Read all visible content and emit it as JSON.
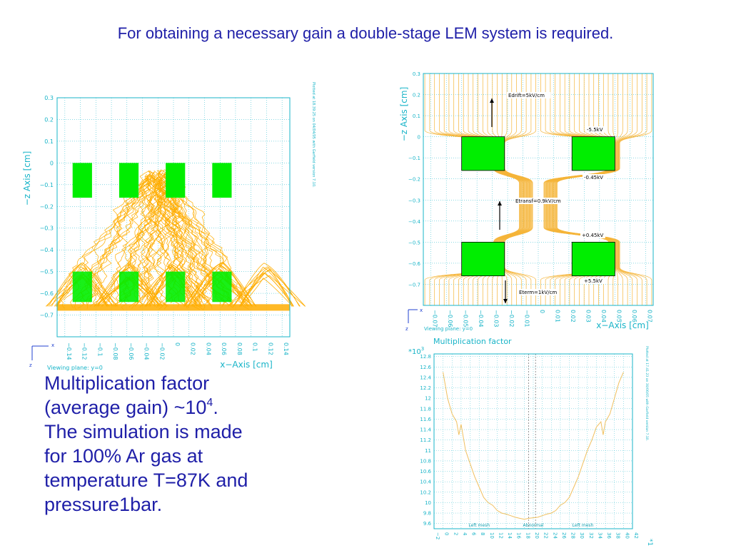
{
  "slide": {
    "title": "For obtaining a necessary gain a double-stage LEM system is required.",
    "body_lines": [
      {
        "text": "Multiplication factor"
      },
      {
        "text": "(average gain) ~10",
        "sup": "4",
        "after": "."
      },
      {
        "text": "The simulation is made"
      },
      {
        "text": "for 100% Ar gas at"
      },
      {
        "text": "temperature T=87K and"
      },
      {
        "text": "pressure1bar."
      }
    ]
  },
  "colors": {
    "text_blue": "#1f1fa8",
    "plot_cyan": "#18b4c8",
    "electrode_green": "#00ee00",
    "track_orange": "#ffad00",
    "field_orange": "#f5b53a"
  },
  "chart_data": [
    {
      "type": "scatter",
      "name": "avalanche-plot",
      "ylabel": "−z Axis [cm]",
      "xlabel": "x−Axis [cm]",
      "viewing_plane": "Viewing plane: y=0",
      "side_note": "Plotted at 18.39.25 on 04/04/05 with Garfield version 7.10.",
      "axis_corner": {
        "x": "x",
        "z": "z"
      },
      "x_ticks": [
        "−0.14",
        "−0.12",
        "−0.1",
        "−0.08",
        "−0.06",
        "−0.04",
        "−0.02",
        "0",
        "0.02",
        "0.04",
        "0.06",
        "0.08",
        "0.1",
        "0.12",
        "0.14"
      ],
      "y_ticks": [
        "0.3",
        "0.2",
        "0.1",
        "0",
        "−0.1",
        "−0.2",
        "−0.3",
        "−0.4",
        "−0.5",
        "−0.6",
        "−0.7"
      ],
      "xlim": [
        -0.15,
        0.15
      ],
      "ylim": [
        -0.8,
        0.3
      ],
      "upper_electrodes": [
        [
          -0.13,
          -0.105
        ],
        [
          -0.07,
          -0.045
        ],
        [
          -0.01,
          0.015
        ],
        [
          0.05,
          0.075
        ]
      ],
      "lower_electrodes": [
        [
          -0.13,
          -0.105
        ],
        [
          -0.07,
          -0.045
        ],
        [
          -0.01,
          0.015
        ],
        [
          0.05,
          0.075
        ]
      ],
      "upper_z": [
        -0.16,
        0
      ],
      "lower_z": [
        -0.64,
        -0.5
      ]
    },
    {
      "type": "line",
      "name": "field-lines-plot",
      "ylabel": "−z Axis [cm]",
      "xlabel": "x−Axis [cm]",
      "viewing_plane": "Viewing plane: y=0",
      "axis_corner": {
        "x": "x",
        "z": "z"
      },
      "x_ticks": [
        "−0.07",
        "−0.06",
        "−0.05",
        "−0.04",
        "−0.03",
        "−0.02",
        "−0.01",
        "0",
        "0.01",
        "0.02",
        "0.03",
        "0.04",
        "0.05",
        "0.06",
        "0.07"
      ],
      "y_ticks": [
        "0.3",
        "0.2",
        "0.1",
        "0",
        "−0.1",
        "−0.2",
        "−0.3",
        "−0.4",
        "−0.5",
        "−0.6",
        "−0.7"
      ],
      "xlim": [
        -0.075,
        0.075
      ],
      "ylim": [
        -0.8,
        0.3
      ],
      "annotations": [
        {
          "text": "Edrift=5kV/cm"
        },
        {
          "text": "-5.5kV"
        },
        {
          "text": "-0.45kV"
        },
        {
          "text": "Etransf=0.9kV/cm"
        },
        {
          "text": "+0.45kV"
        },
        {
          "text": "+5.5kV"
        },
        {
          "text": "Eterm=1kV/cm"
        }
      ]
    },
    {
      "type": "line",
      "name": "multiplication-factor-plot",
      "title": "Multiplication factor",
      "y_multiplier": "*10",
      "y_multiplier_exp": "3",
      "side_note": "Plotted at 17.41.23 on 30/06/05 with Garfield version 7.10.",
      "corner_mark": "*1",
      "region_labels": [
        "Left mesh",
        "Abnormal",
        "Left mesh"
      ],
      "y_ticks": [
        "12.8",
        "12.6",
        "12.4",
        "12.2",
        "12",
        "11.8",
        "11.6",
        "11.4",
        "11.2",
        "11",
        "10.8",
        "10.6",
        "10.4",
        "10.2",
        "10",
        "9.8",
        "9.6"
      ],
      "x_ticks": [
        "−2",
        "0",
        "2",
        "4",
        "6",
        "8",
        "10",
        "12",
        "14",
        "16",
        "18",
        "20",
        "22",
        "24",
        "26",
        "28",
        "30",
        "32",
        "34",
        "36",
        "38",
        "40",
        "42"
      ],
      "xlim": [
        -2,
        42
      ],
      "ylim": [
        9.5,
        12.85
      ],
      "series": [
        {
          "x": [
            0,
            1,
            2,
            3,
            3.5,
            4,
            5,
            6,
            7,
            8,
            9,
            10,
            11,
            12,
            13,
            14,
            15,
            16,
            17,
            18,
            19,
            20,
            21,
            22,
            23,
            24,
            25,
            26,
            27,
            28,
            29,
            30,
            31,
            32,
            33,
            34,
            35,
            35.5,
            36,
            37,
            38,
            39,
            40
          ],
          "y": [
            12.5,
            12.0,
            11.7,
            11.55,
            11.3,
            11.5,
            11.0,
            10.75,
            10.5,
            10.3,
            10.1,
            10.0,
            9.95,
            9.85,
            9.8,
            9.78,
            9.75,
            9.72,
            9.7,
            9.68,
            9.7,
            9.71,
            9.72,
            9.75,
            9.78,
            9.8,
            9.85,
            9.95,
            10.0,
            10.1,
            10.3,
            10.5,
            10.75,
            11.0,
            11.2,
            11.45,
            11.55,
            11.3,
            11.55,
            11.7,
            12.0,
            12.3,
            12.5
          ]
        }
      ]
    }
  ]
}
